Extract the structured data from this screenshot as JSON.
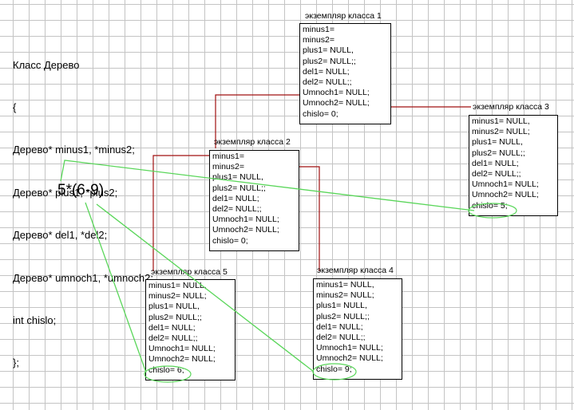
{
  "class_definition": {
    "lines": [
      "Класс Дерево",
      "{",
      "Дерево* minus1, *minus2;",
      "Дерево* plus1, *plus2;",
      "Дерево* del1, *del2;",
      "Дерево* umnoch1, *umnoch2;",
      "int chislo;",
      "};"
    ]
  },
  "expression": "5*(6-9)",
  "instances": [
    {
      "id": "1",
      "caption": "экземпляр класса 1",
      "fields": [
        "minus1=",
        "minus2=",
        "plus1= NULL,",
        "plus2= NULL;;",
        "del1= NULL;",
        "del2= NULL;;",
        "Umnoch1= NULL;",
        "Umnoch2= NULL;",
        "chislo= 0;"
      ]
    },
    {
      "id": "2",
      "caption": "экземпляр класса 2",
      "fields": [
        "minus1=",
        "minus2=",
        "plus1= NULL,",
        "plus2= NULL;;",
        "del1= NULL;",
        "del2= NULL;;",
        "Umnoch1= NULL;",
        "Umnoch2= NULL;",
        "chislo= 0;"
      ]
    },
    {
      "id": "3",
      "caption": "экземпляр класса 3",
      "fields": [
        "minus1= NULL,",
        "minus2= NULL;",
        "plus1= NULL,",
        "plus2= NULL;;",
        "del1= NULL;",
        "del2= NULL;;",
        "Umnoch1= NULL;",
        "Umnoch2= NULL;",
        "chislo= 5;"
      ]
    },
    {
      "id": "4",
      "caption": "экземпляр класса 4",
      "fields": [
        "minus1= NULL,",
        "minus2= NULL;",
        "plus1= NULL,",
        "plus2= NULL;;",
        "del1= NULL;",
        "del2= NULL;;",
        "Umnoch1= NULL;",
        "Umnoch2= NULL;",
        "chislo= 9;"
      ]
    },
    {
      "id": "5",
      "caption": "экземпляр класса 5",
      "fields": [
        "minus1= NULL,",
        "minus2= NULL;",
        "plus1= NULL,",
        "plus2= NULL;;",
        "del1= NULL;",
        "del2= NULL;;",
        "Umnoch1= NULL;",
        "Umnoch2= NULL;",
        "chislo= 6;"
      ]
    }
  ],
  "colors": {
    "pointer_link": "#a01010",
    "value_link": "#5ad65a",
    "grid": "#c4c4c4"
  }
}
